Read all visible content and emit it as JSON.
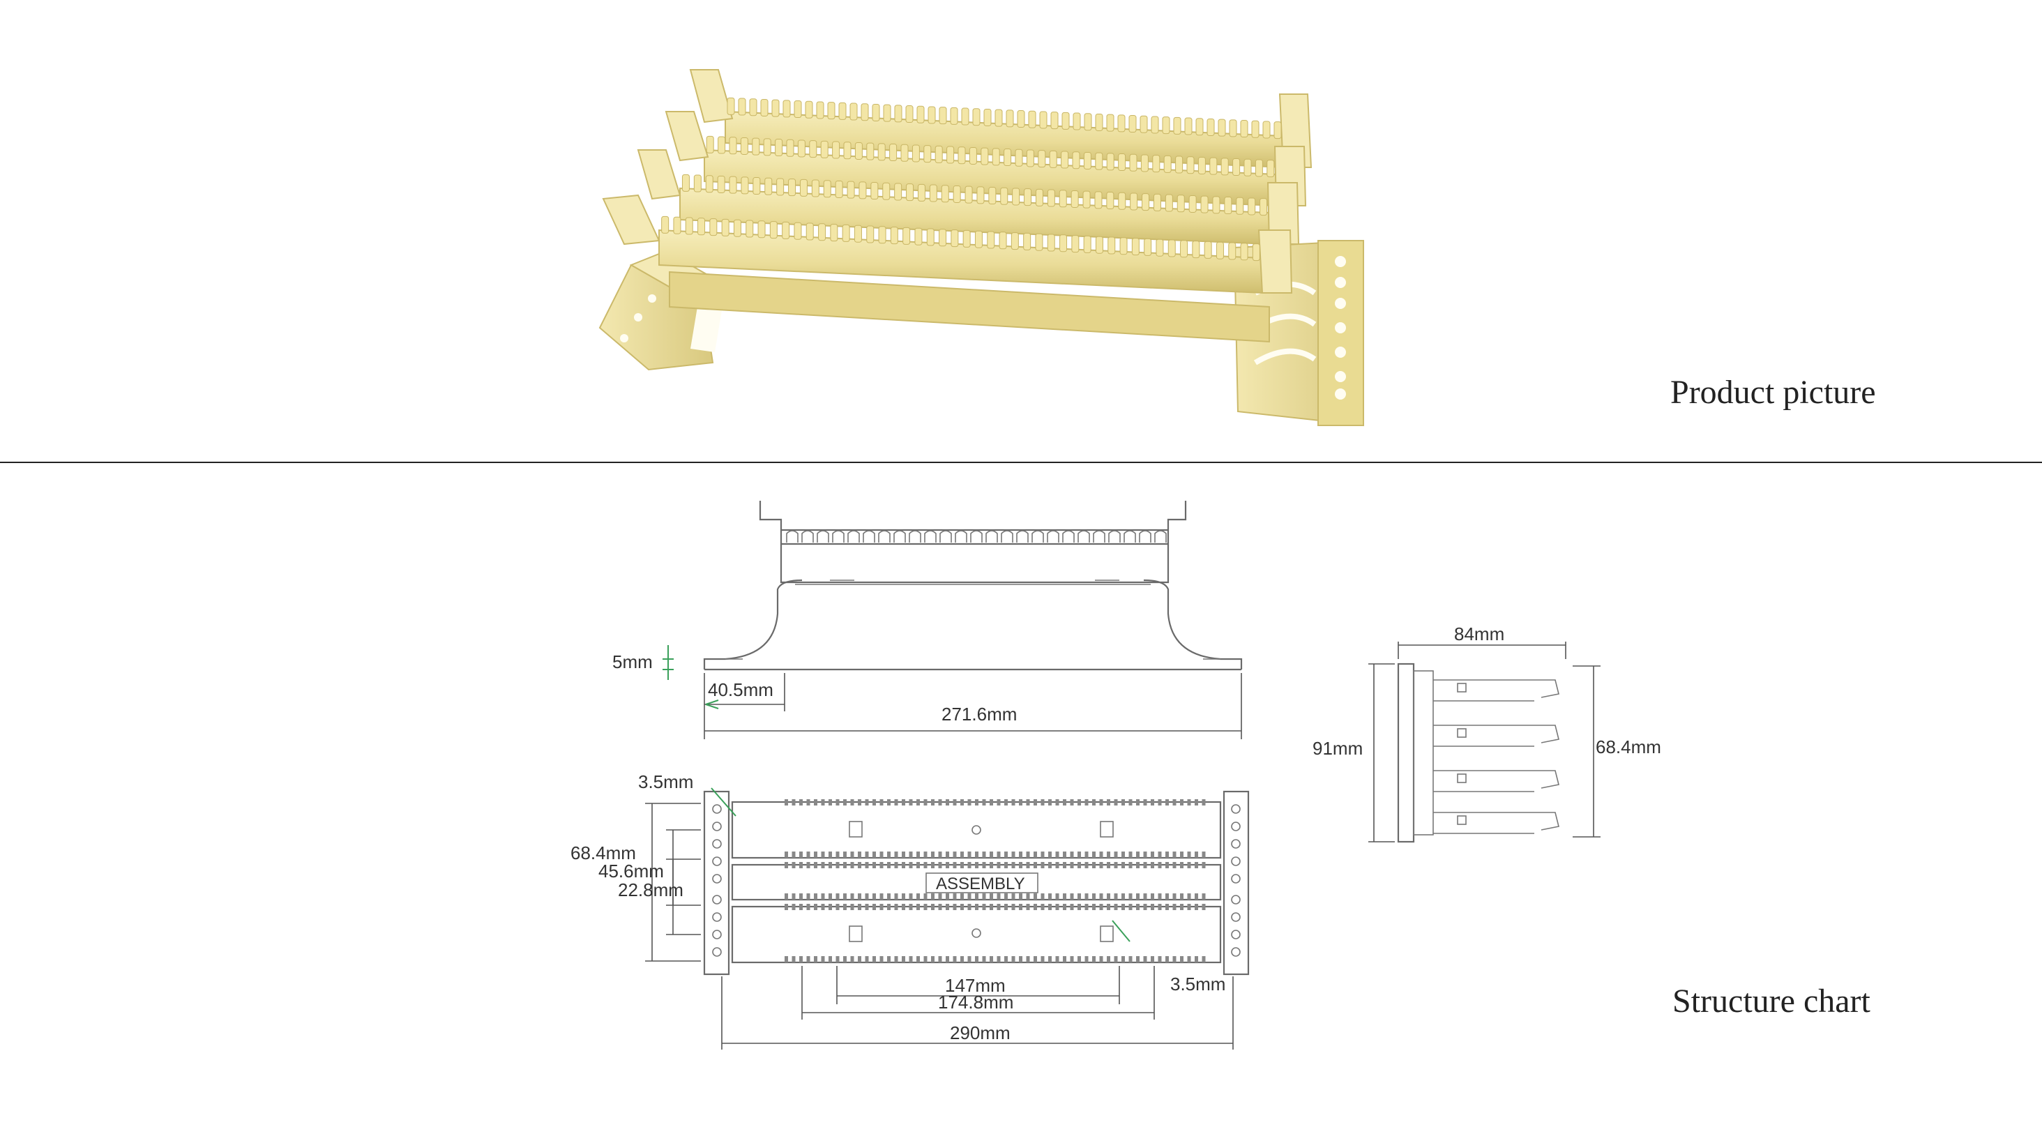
{
  "labels": {
    "product_picture": "Product picture",
    "structure_chart": "Structure chart"
  },
  "dimensions": {
    "base_height": "5mm",
    "foot_width": "40.5mm",
    "overall_length": "271.6mm",
    "side_depth": "84mm",
    "side_height": "91mm",
    "side_inner_height": "68.4mm",
    "rail_gap_top": "3.5mm",
    "rail_gap_bottom": "3.5mm",
    "span_outer": "68.4mm",
    "span_mid": "45.6mm",
    "span_inner": "22.8mm",
    "inner_length": "147mm",
    "mid_length": "174.8mm",
    "total_width": "290mm"
  },
  "plan_center_label": "ASSEMBLY",
  "colors": {
    "product_body": "#efe3a3",
    "product_shadow": "#cdbd6e",
    "dimension_accent": "#3aa05a",
    "drawing_line": "#6a6a6a"
  }
}
